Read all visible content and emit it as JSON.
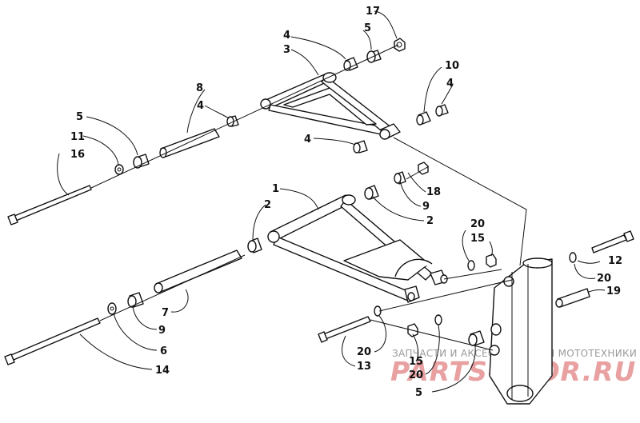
{
  "callouts": {
    "c17": "17",
    "c5_top": "5",
    "c4_top": "4",
    "c3": "3",
    "c10": "10",
    "c4_right": "4",
    "c8": "8",
    "c4_mid": "4",
    "c5_left": "5",
    "c11": "11",
    "c16": "16",
    "c4_low": "4",
    "c18": "18",
    "c9_right": "9",
    "c1": "1",
    "c2_left": "2",
    "c2_right": "2",
    "c20_mid": "20",
    "c15_mid": "15",
    "c12": "12",
    "c20_right": "20",
    "c19": "19",
    "c7": "7",
    "c9_left": "9",
    "c6": "6",
    "c14": "14",
    "c20_low": "20",
    "c13": "13",
    "c15_low": "15",
    "c20_bottom": "20",
    "c5_bottom": "5"
  },
  "watermark": {
    "caption": "ЗАПЧАСТИ И АКСЕССУАРЫ ДЛЯ МОТОТЕХНИКИ",
    "logo": "PARTS-ATOR.RU"
  }
}
